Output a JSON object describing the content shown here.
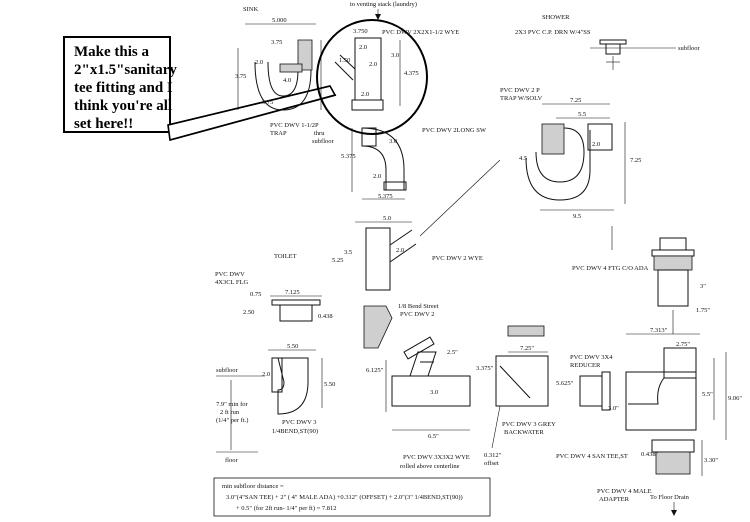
{
  "callout": {
    "lines": [
      "Make this a",
      "2\"x1.5\"sanitary",
      "tee fitting and I",
      "think you're all",
      "set here!!"
    ]
  },
  "sink": {
    "title": "SINK",
    "trap_label": [
      "PVC DWV 1-1/2P",
      "TRAP"
    ],
    "dims": [
      "5.000",
      "3.75",
      "3.75",
      "2.0",
      "4.0",
      "3.75"
    ]
  },
  "vent": {
    "label": "to venting stack (laundry)",
    "wye_label": "PVC DWV 2X2X1-1/2 WYE",
    "dims": [
      "3.750",
      "2.0",
      "1.50",
      "2.0",
      "4.375",
      "3.0",
      "2.0"
    ]
  },
  "shower": {
    "title": "SHOWER",
    "drain_label": "2X3 PVC C.P. DRN W/4\"SS",
    "subfloor": "subfloor"
  },
  "long_elbow": {
    "label": "PVC DWV 2LONG SW",
    "thru": [
      "thru",
      "subfloor"
    ],
    "dims": [
      "3.0",
      "2.0",
      "5.375",
      "5.375"
    ]
  },
  "shower_trap": {
    "label": [
      "PVC DWV 2 P",
      "TRAP W/SOLV"
    ],
    "dims": [
      "7.25",
      "5.5",
      "4.5",
      "2.0",
      "7.25",
      "9.5"
    ]
  },
  "wye2": {
    "label": "PVC DWV 2 WYE",
    "dims": [
      "5.0",
      "3.5",
      "5.25",
      "2.0"
    ]
  },
  "toilet": {
    "title": "TOILET",
    "flange_label": [
      "PVC DWV",
      "4X3CL FLG"
    ],
    "dims": [
      "0.75",
      "7.125",
      "2.50",
      "0.438"
    ]
  },
  "bend_street": {
    "label": [
      "1/8 Bend Street",
      "PVC DWV 2"
    ]
  },
  "cleanout": {
    "label": "PVC DWV 4 FTG C/O ADA",
    "dims": [
      "3\"",
      "1.75\""
    ]
  },
  "quarter_bend": {
    "label": [
      "PVC DWV 3",
      "1/4BEND,ST(90)"
    ],
    "subfloor": "subfloor",
    "min_note": [
      "7.9\" min for",
      "2 ft run",
      "(1/4\" per ft.)"
    ],
    "floor": "floor",
    "dims": [
      "5.50",
      "2.0",
      "5.50"
    ]
  },
  "wye3": {
    "label": [
      "PVC DWV 3X3X2 WYE",
      "rolled above centerline"
    ],
    "dims": [
      "2.5\"",
      "6.125\"",
      "6.5\"",
      "3.0"
    ]
  },
  "backwater": {
    "label": [
      "PVC DWV 3 GREY",
      "BACKWATER"
    ],
    "offset": [
      "0.312\"",
      "offset"
    ],
    "dims": [
      "7.25\"",
      "3.375\"",
      "5.625\""
    ]
  },
  "reducer": {
    "label": [
      "PVC DWV 3X4",
      "REDUCER"
    ]
  },
  "san_tee": {
    "label": "PVC DWV 4 SAN TEE,ST",
    "dims": [
      "7.313\"",
      "2.75\"",
      "5.5\"",
      "9.06\"",
      "3.0\""
    ]
  },
  "male_adapter": {
    "label": [
      "PVC DWV 4 MALE",
      "ADAPTER"
    ],
    "drain": "To Floor Drain",
    "dims": [
      "0.438\"",
      "3.30\""
    ]
  },
  "calc": {
    "title": "min subfloor distance =",
    "line1": "3.0\"(4\"SAN TEE) + 2\" ( 4\" MALE ADA) +0.312\" (OFFSET) + 2.0\"(3\" 1/4BEND,ST(90))",
    "line2": "+ 0.5\" (for 2ft run- 1/4\" per ft)       = 7.812"
  }
}
